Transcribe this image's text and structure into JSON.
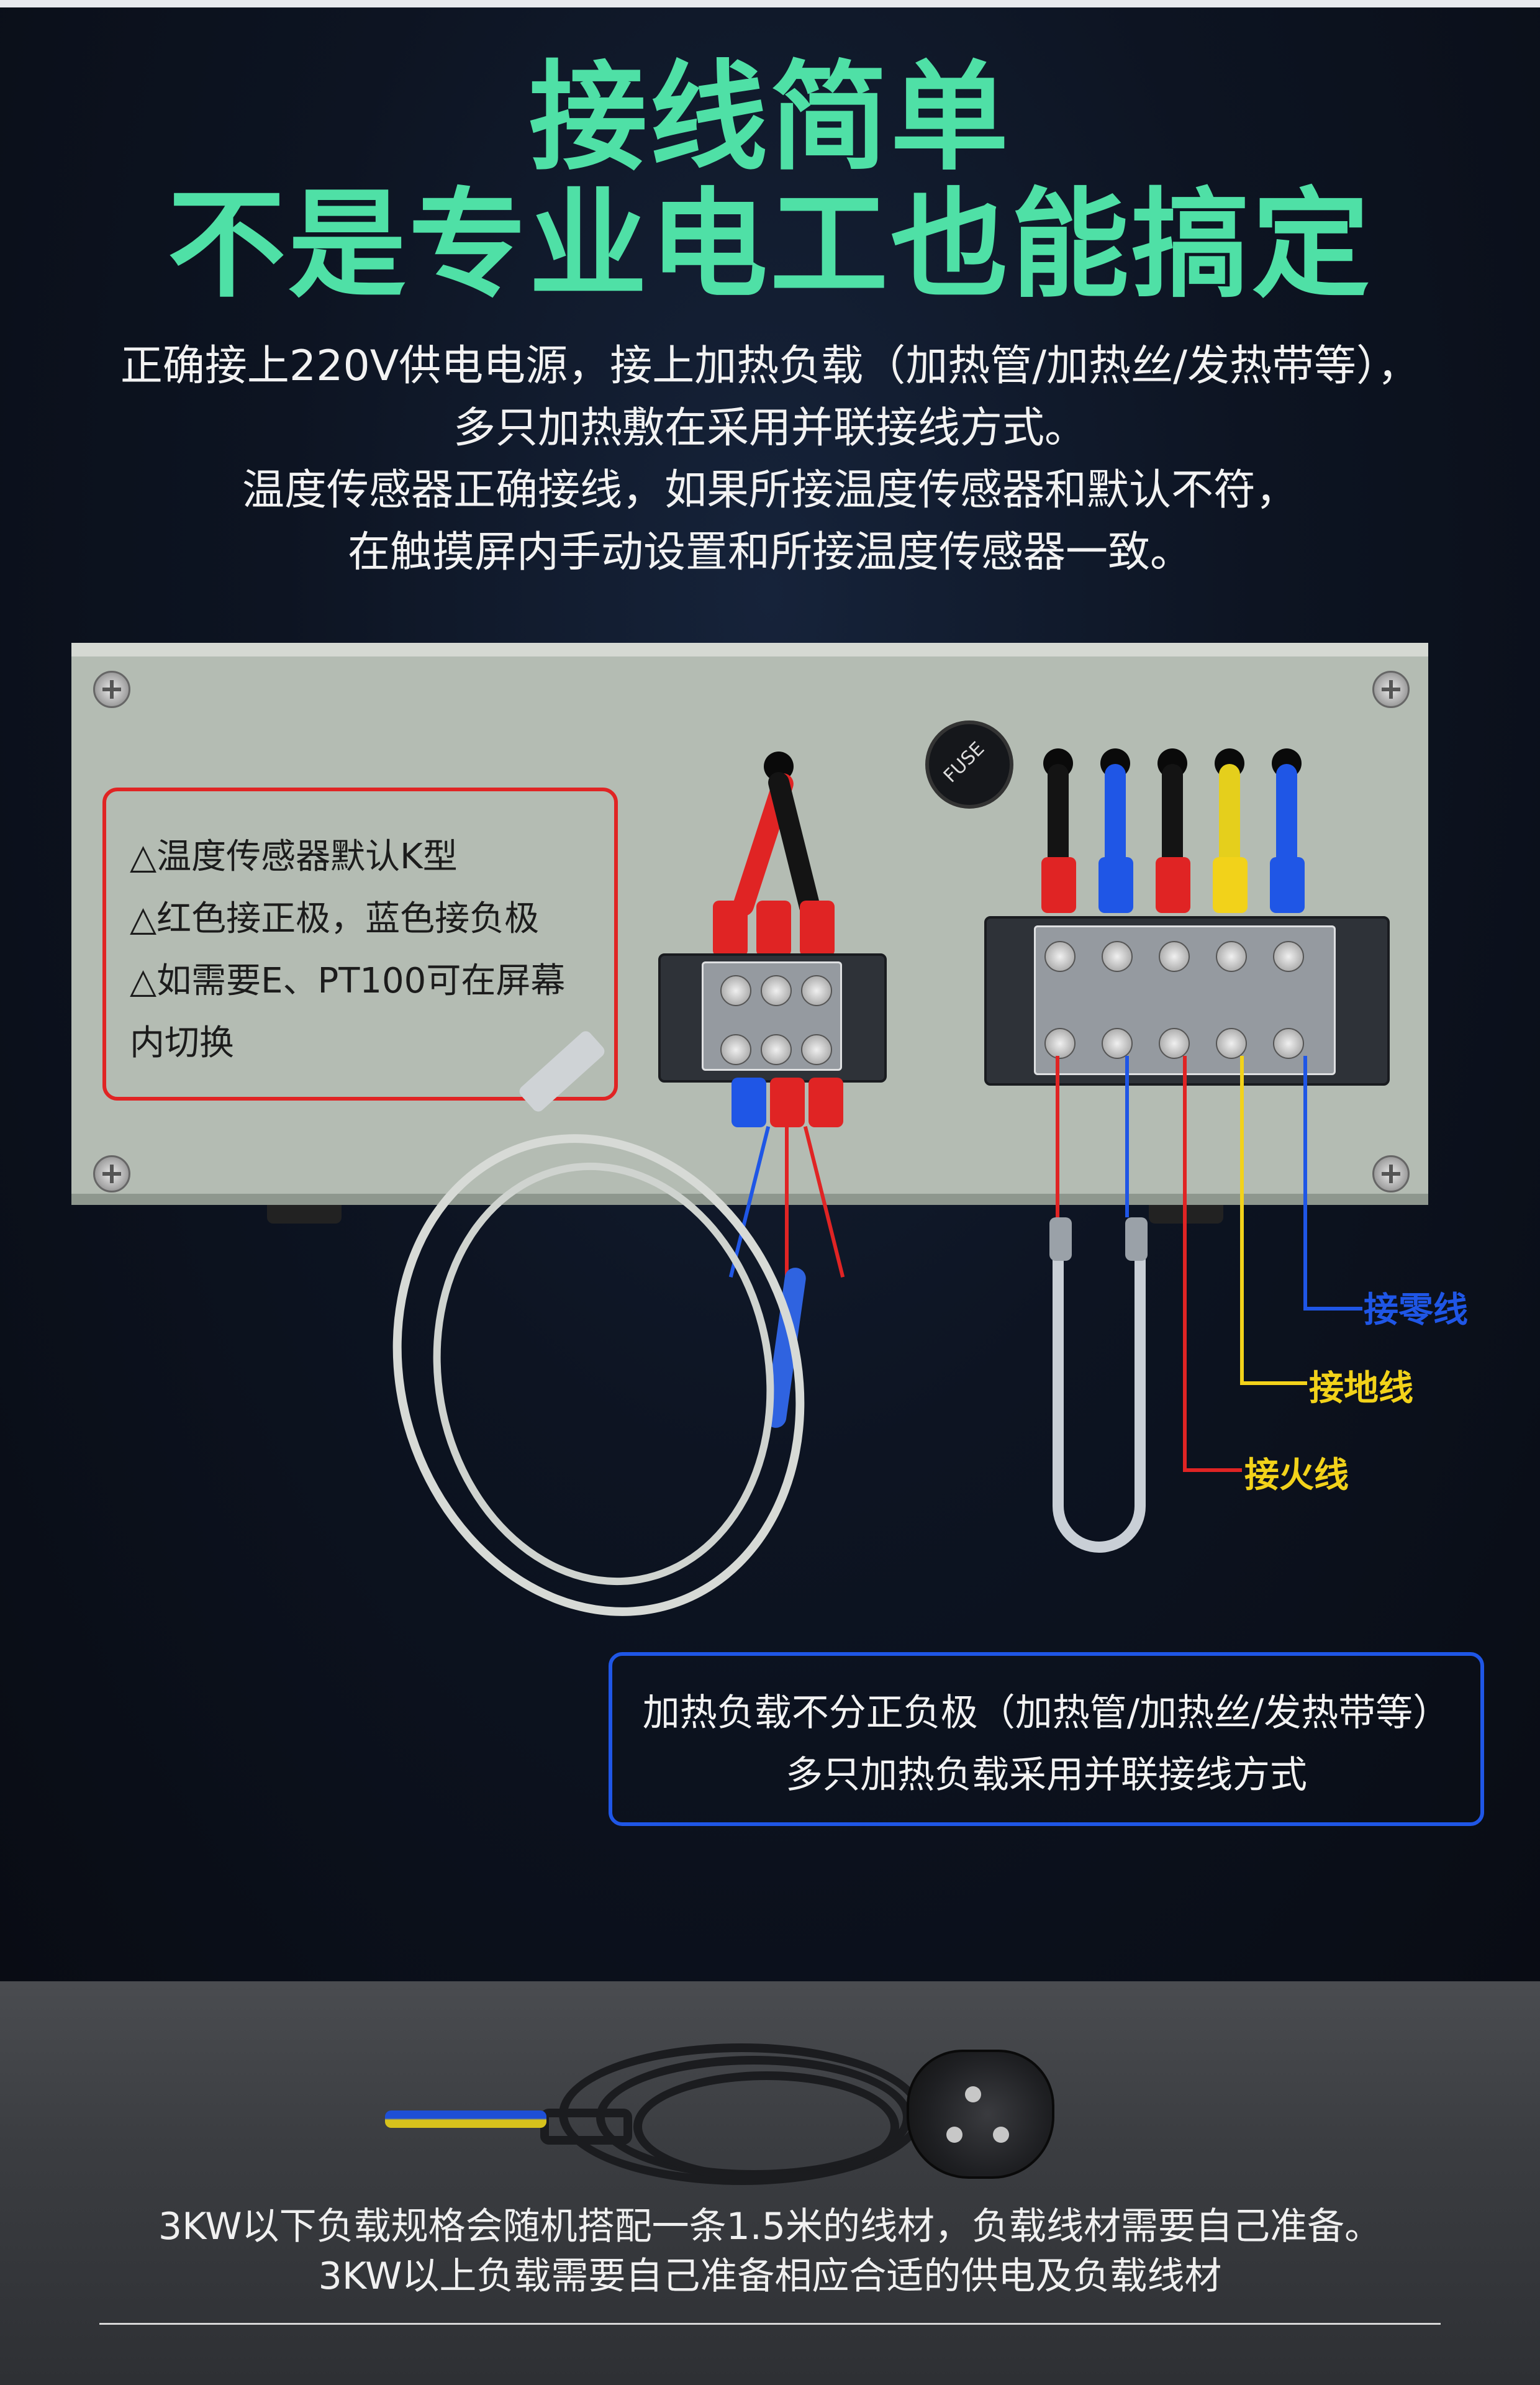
{
  "headline": {
    "line1": "接线简单",
    "line2": "不是专业电工也能搞定"
  },
  "intro": {
    "lines": [
      "正确接上220V供电电源，接上加热负载（加热管/加热丝/发热带等），",
      "多只加热敷在采用并联接线方式。",
      "温度传感器正确接线，如果所接温度传感器和默认不符，",
      "在触摸屏内手动设置和所接温度传感器一致。"
    ]
  },
  "sensor_note": {
    "lines": [
      "△温度传感器默认K型",
      "△红色接正极，蓝色接负极",
      "△如需要E、PT100可在屏幕",
      "    内切换"
    ]
  },
  "panel": {
    "fuse_label": "FUSE"
  },
  "wire_labels": {
    "neutral": "接零线",
    "ground": "接地线",
    "live": "接火线"
  },
  "colors": {
    "headline": "#4fe0a6",
    "neutral": "#1f56e6",
    "ground": "#f2d21a",
    "live": "#e02424"
  },
  "load_note": {
    "lines": [
      "加热负载不分正负极（加热管/加热丝/发热带等）",
      "多只加热负载采用并联接线方式"
    ]
  },
  "footer": {
    "lines": [
      "3KW以下负载规格会随机搭配一条1.5米的线材，负载线材需要自己准备。",
      "3KW以上负载需要自己准备相应合适的供电及负载线材"
    ]
  }
}
